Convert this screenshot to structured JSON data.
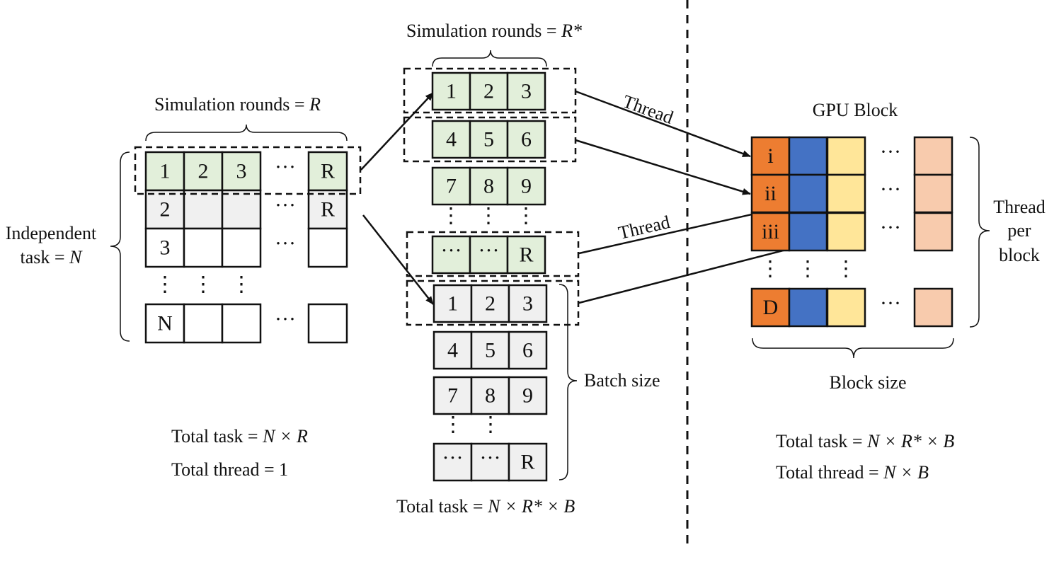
{
  "colors": {
    "green_cell": "#e2efda",
    "gray_cell": "#f0f0f0",
    "white_cell": "#ffffff",
    "orange": "#ed7d31",
    "blue": "#4472c4",
    "yellow": "#ffe699",
    "peach": "#f8cbad"
  },
  "left": {
    "rounds_label": "Simulation rounds = ",
    "rounds_var": "R",
    "task_label_line1": "Independent",
    "task_label_line2": "task = ",
    "task_var": "N",
    "grid": [
      [
        "1",
        "2",
        "3",
        "···",
        "R"
      ],
      [
        "2",
        "",
        "",
        "···",
        "R"
      ],
      [
        "3",
        "",
        "",
        "···",
        ""
      ],
      [
        "⋮",
        "⋮",
        "⋮",
        "",
        ""
      ],
      [
        "N",
        "",
        "",
        "···",
        ""
      ]
    ],
    "total_task": "Total task = ",
    "total_task_formula": "N × R",
    "total_thread": "Total thread = 1"
  },
  "middle": {
    "rounds_label": "Simulation rounds = ",
    "rounds_var": "R*",
    "green_rows": [
      [
        "1",
        "2",
        "3"
      ],
      [
        "4",
        "5",
        "6"
      ],
      [
        "7",
        "8",
        "9"
      ],
      [
        "···",
        "···",
        "R"
      ]
    ],
    "gray_rows": [
      [
        "1",
        "2",
        "3"
      ],
      [
        "4",
        "5",
        "6"
      ],
      [
        "7",
        "8",
        "9"
      ],
      [
        "···",
        "···",
        "R"
      ]
    ],
    "vdots": "⋮",
    "batch_label": "Batch size",
    "total_task": "Total task = ",
    "total_task_formula": "N × R* × B"
  },
  "arrows": {
    "thread_label_1": "Thread",
    "thread_label_2": "Thread"
  },
  "right": {
    "title": "GPU Block",
    "rows": [
      "i",
      "ii",
      "iii",
      "D"
    ],
    "hdots": "···",
    "vdots": "⋮",
    "thread_per_block": [
      "Thread",
      "per",
      "block"
    ],
    "block_size": "Block size",
    "total_task": "Total task = ",
    "total_task_formula": "N × R* × B",
    "total_thread": "Total thread = ",
    "total_thread_formula": "N × B"
  }
}
